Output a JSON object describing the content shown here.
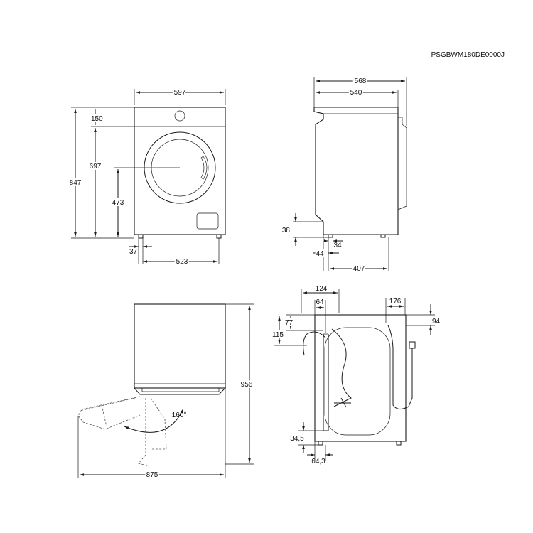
{
  "model_code": "PSGBWM180DE0000J",
  "front_view": {
    "width": "597",
    "top_offset": "150",
    "height_to_top": "697",
    "total_height": "847",
    "drum_center_height": "473",
    "foot_offset": "37",
    "foot_spacing": "523"
  },
  "side_view": {
    "total_depth": "568",
    "body_depth": "540",
    "foot_height": "38",
    "foot_depth_offset": "34",
    "foot_front_offset": "44",
    "foot_spacing": "407"
  },
  "door_view": {
    "height": "956",
    "door_angle": "160°",
    "total_depth_open": "875"
  },
  "rear_view": {
    "hose_left_offset": "124",
    "hose_left_inner": "64",
    "top_to_inlet": "77",
    "top_to_drain": "115",
    "inlet_offset": "176",
    "inlet_height": "94",
    "bottom_drain_height": "34,5",
    "bottom_drain_offset": "64,3"
  }
}
